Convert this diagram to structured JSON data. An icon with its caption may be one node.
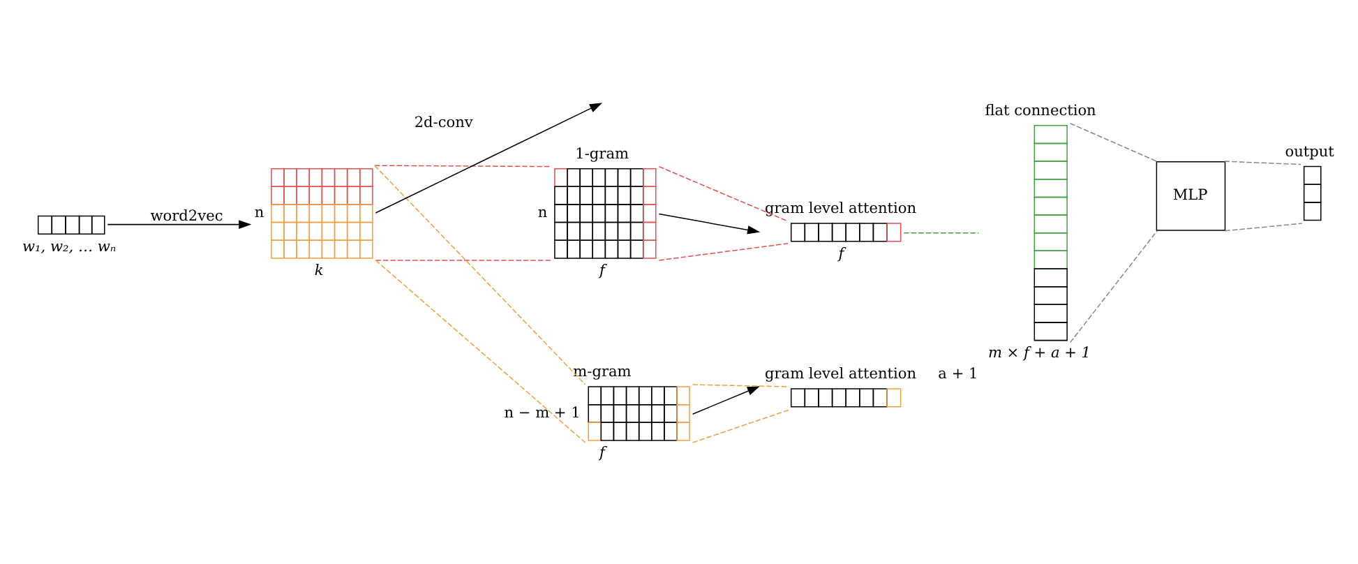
{
  "diagram": {
    "nodes": [
      {
        "text": [],
        "shape": "box",
        "beside": [
          "w₁, w₂, … wₙ"
        ]
      },
      {
        "text": [],
        "shape": "box",
        "beside": [
          "n",
          "k"
        ]
      },
      {
        "text": [
          "1-gram"
        ],
        "beside": [
          "n",
          "f"
        ]
      },
      {
        "text": [
          "gram level attention"
        ],
        "beside": [
          "f"
        ]
      },
      {
        "text": [
          "m-gram"
        ],
        "beside": [
          "n − m + 1",
          "f"
        ]
      },
      {
        "text": [
          "gram level attention"
        ]
      },
      {
        "text": [
          "flat connection"
        ],
        "beside": [
          "m × f + a + 1",
          "a + 1"
        ]
      },
      {
        "text": [
          "MLP"
        ]
      },
      {
        "text": [
          "output"
        ]
      }
    ],
    "edges": [
      {
        "from": 0,
        "to": 1,
        "arrow": "to",
        "label": "word2vec",
        "color": "#000000"
      },
      {
        "from": 1,
        "to": null,
        "arrow": "to",
        "label": "2d-conv",
        "color": "#000000"
      },
      {
        "from": 1,
        "to": 2,
        "arrow": "none",
        "style": "dashed",
        "color": "#e05050"
      },
      {
        "from": 1,
        "to": 2,
        "arrow": "none",
        "style": "dashed",
        "color": "#e05050"
      },
      {
        "from": 1,
        "to": 4,
        "arrow": "none",
        "style": "dashed",
        "color": "#f0a040"
      },
      {
        "from": 1,
        "to": 4,
        "arrow": "none",
        "style": "dashed",
        "color": "#f0a040"
      },
      {
        "from": 2,
        "to": 3,
        "arrow": "to",
        "color": "#000000"
      },
      {
        "from": 2,
        "to": 3,
        "arrow": "none",
        "style": "dashed",
        "color": "#e05050"
      },
      {
        "from": 2,
        "to": 3,
        "arrow": "none",
        "style": "dashed",
        "color": "#e05050"
      },
      {
        "from": 4,
        "to": 5,
        "arrow": "to",
        "color": "#000000"
      },
      {
        "from": 4,
        "to": 5,
        "arrow": "none",
        "style": "dashed",
        "color": "#f0a040"
      },
      {
        "from": 4,
        "to": 5,
        "arrow": "none",
        "style": "dashed",
        "color": "#f0a040"
      },
      {
        "from": 3,
        "to": 6,
        "arrow": "none",
        "style": "dashed",
        "color": "#40a040"
      },
      {
        "from": 6,
        "to": 7,
        "arrow": "none",
        "style": "dashed",
        "color": "#888888"
      },
      {
        "from": 6,
        "to": 7,
        "arrow": "none",
        "style": "dashed",
        "color": "#888888"
      },
      {
        "from": 7,
        "to": 8,
        "arrow": "none",
        "style": "dashed",
        "color": "#888888"
      },
      {
        "from": 7,
        "to": 8,
        "arrow": "none",
        "style": "dashed",
        "color": "#888888"
      }
    ]
  }
}
